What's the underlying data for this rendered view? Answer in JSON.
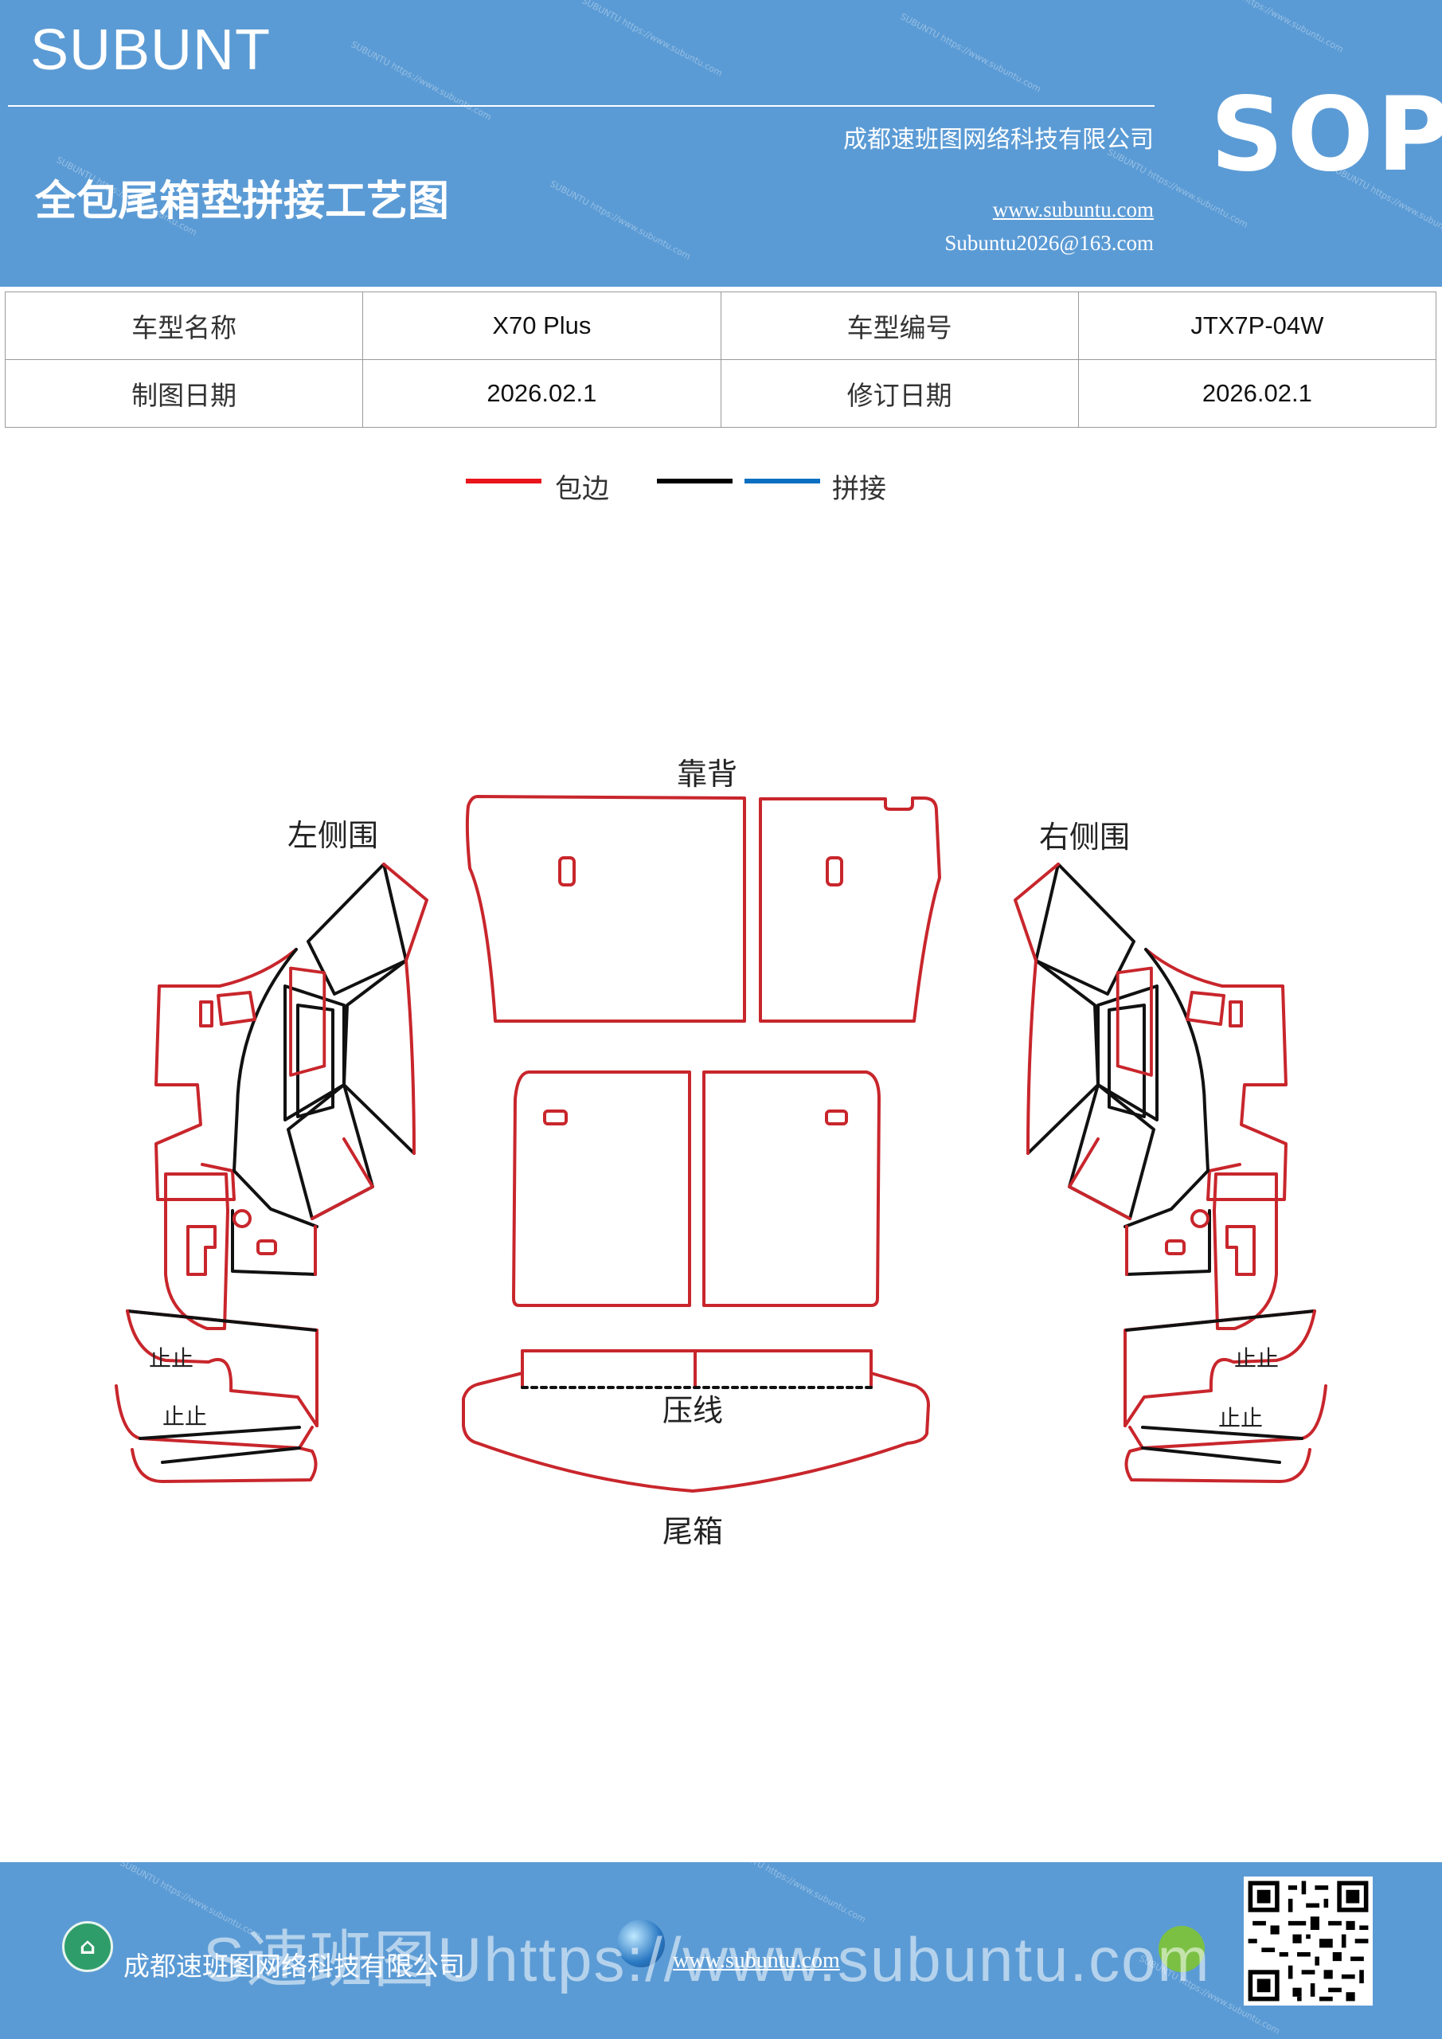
{
  "header": {
    "brand": "SUBUNT",
    "title": "全包尾箱垫拼接工艺图",
    "company": "成都速班图网络科技有限公司",
    "website": "www.subuntu.com",
    "email": "Subuntu2026@163.com",
    "badge": "SOP",
    "watermark": "SUBUNTU https://www.subuntu.com"
  },
  "info_table": {
    "rows": [
      {
        "label1": "车型名称",
        "value1": "X70  Plus",
        "label2": "车型编号",
        "value2": "JTX7P-04W"
      },
      {
        "label1": "制图日期",
        "value1": "2026.02.1",
        "label2": "修订日期",
        "value2": "2026.02.1"
      }
    ]
  },
  "legend": {
    "items": [
      {
        "label": "包边",
        "color": "#e8151b"
      },
      {
        "label": "",
        "color": "#000000"
      },
      {
        "label": "拼接",
        "color": "#0a6fc2"
      }
    ]
  },
  "drawing": {
    "labels": {
      "backrest": "靠背",
      "left_side": "左侧围",
      "right_side": "右侧围",
      "press_line": "压线",
      "trunk": "尾箱",
      "stop1": "止止",
      "stop2": "止止"
    },
    "colors": {
      "edge": "#c8262c",
      "seam": "#111111"
    }
  },
  "footer": {
    "company": "成都速班图网络科技有限公司",
    "website": "www.subuntu.com",
    "watermark": "S速班图Uhttps://www.subuntu.com",
    "icon_glyph": "⌂"
  }
}
